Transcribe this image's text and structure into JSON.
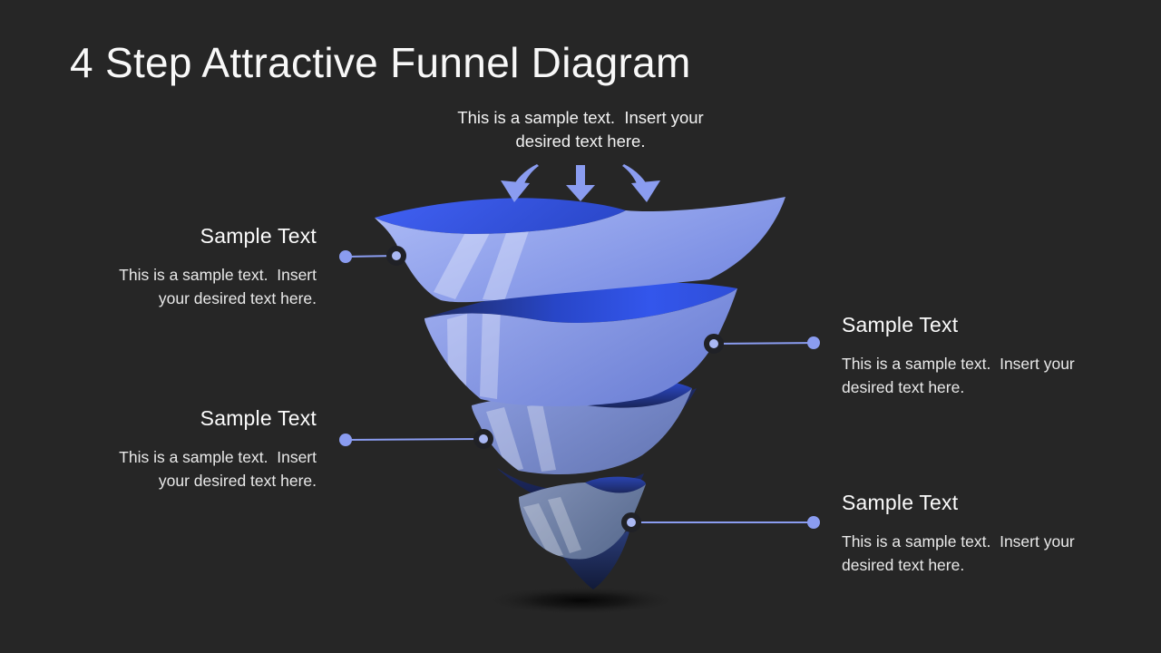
{
  "slide": {
    "title": "4 Step Attractive Funnel Diagram"
  },
  "top_note": {
    "text": "This is a sample text.  Insert your desired text here."
  },
  "callouts": [
    {
      "position": "left-top",
      "step": 1,
      "title": "Sample Text",
      "description": "This is a sample text.  Insert your desired text here."
    },
    {
      "position": "right-top",
      "step": 2,
      "title": "Sample Text",
      "description": "This is a sample text.  Insert your desired text here."
    },
    {
      "position": "left-bottom",
      "step": 3,
      "title": "Sample Text",
      "description": "This is a sample text.  Insert your desired text here."
    },
    {
      "position": "right-bottom",
      "step": 4,
      "title": "Sample Text",
      "description": "This is a sample text.  Insert your desired text here."
    }
  ],
  "funnel": {
    "steps": 4,
    "shape": "spiral-ribbon-funnel"
  },
  "palette": {
    "background": "#262626",
    "accent": "#8A9CF0",
    "accent_light": "#AAB8F4",
    "ring_stroke": "#202126",
    "title_text": "#F8F8F8",
    "body_text": "#E9E9E9",
    "step1_face": "#9AABF0",
    "step1_top": "#3A5AF0",
    "step2_face": "#8CA0E8",
    "step2_top": "#2E4FE4",
    "step3_face": "#7B8DD0",
    "step3_top": "#2D4BD0",
    "step4_face": "#7384AC",
    "step4_top": "#2A44B0",
    "tip": "#1B2750"
  }
}
